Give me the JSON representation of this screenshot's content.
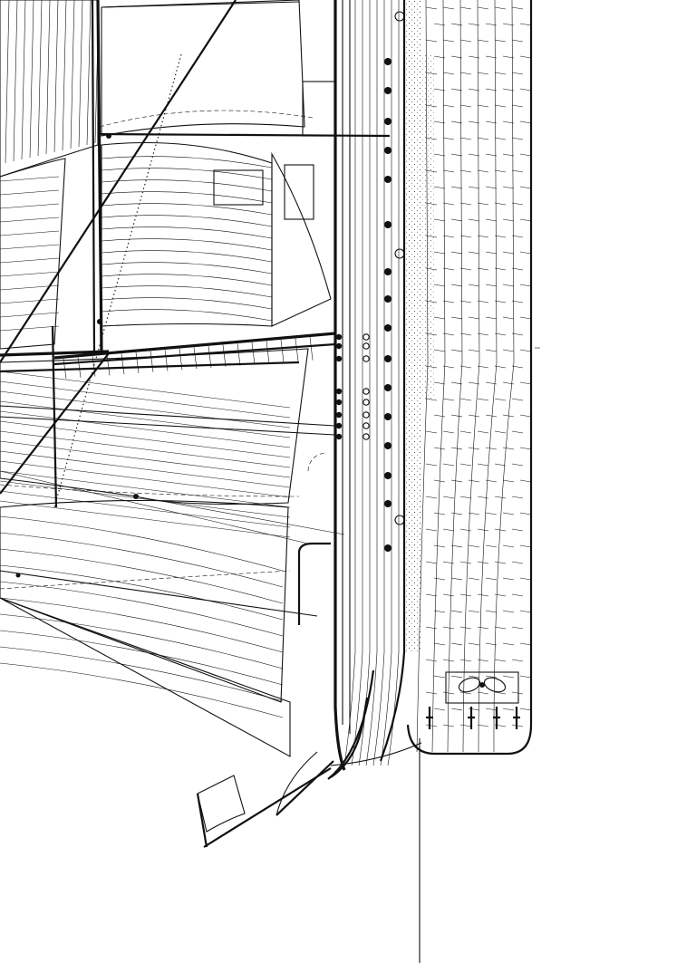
{
  "drawing": {
    "colors": {
      "ink": "#111111",
      "paper": "#ffffff"
    },
    "elements": [
      "sails",
      "rigging",
      "yards",
      "masts",
      "bowsprit",
      "jib-boom",
      "hull-side-planking",
      "hull-bottom-plating",
      "rudder-post",
      "propeller",
      "port-holes",
      "ensign-flag",
      "centerline"
    ]
  }
}
